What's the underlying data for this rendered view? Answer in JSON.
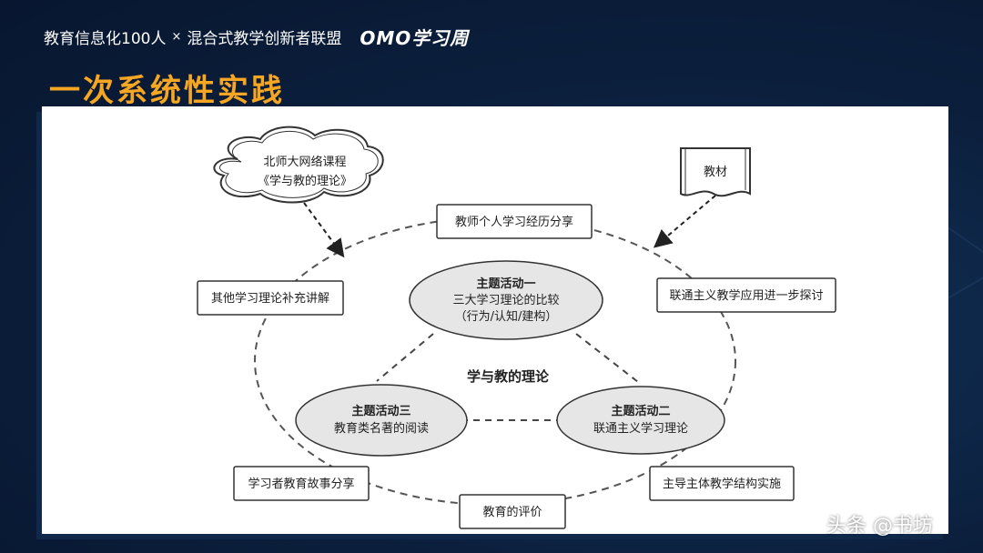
{
  "header": {
    "org_text": "教育信息化100人",
    "separator": "×",
    "org_text2": "混合式教学创新者联盟",
    "brand": "OMO学习周"
  },
  "page_title": "一次系统性实践",
  "diagram": {
    "cloud_line1": "北师大网络课程",
    "cloud_line2": "《学与教的理论》",
    "scroll_label": "教材",
    "center_label": "学与教的理论",
    "activity1": {
      "title": "主题活动一",
      "line2": "三大学习理论的比较",
      "line3": "（行为/认知/建构）"
    },
    "activity2": {
      "title": "主题活动二",
      "line2": "联通主义学习理论"
    },
    "activity3": {
      "title": "主题活动三",
      "line2": "教育类名著的阅读"
    },
    "boxes": {
      "top": "教师个人学习经历分享",
      "left": "其他学习理论补充讲解",
      "right": "联通主义教学应用进一步探讨",
      "bottom_left": "学习者教育故事分享",
      "bottom": "教育的评价",
      "bottom_right": "主导主体教学结构实施"
    },
    "colors": {
      "ellipse_fill": "#e6e6e6",
      "stroke": "#3a3a3a"
    }
  },
  "watermark": "头条 @书坊"
}
